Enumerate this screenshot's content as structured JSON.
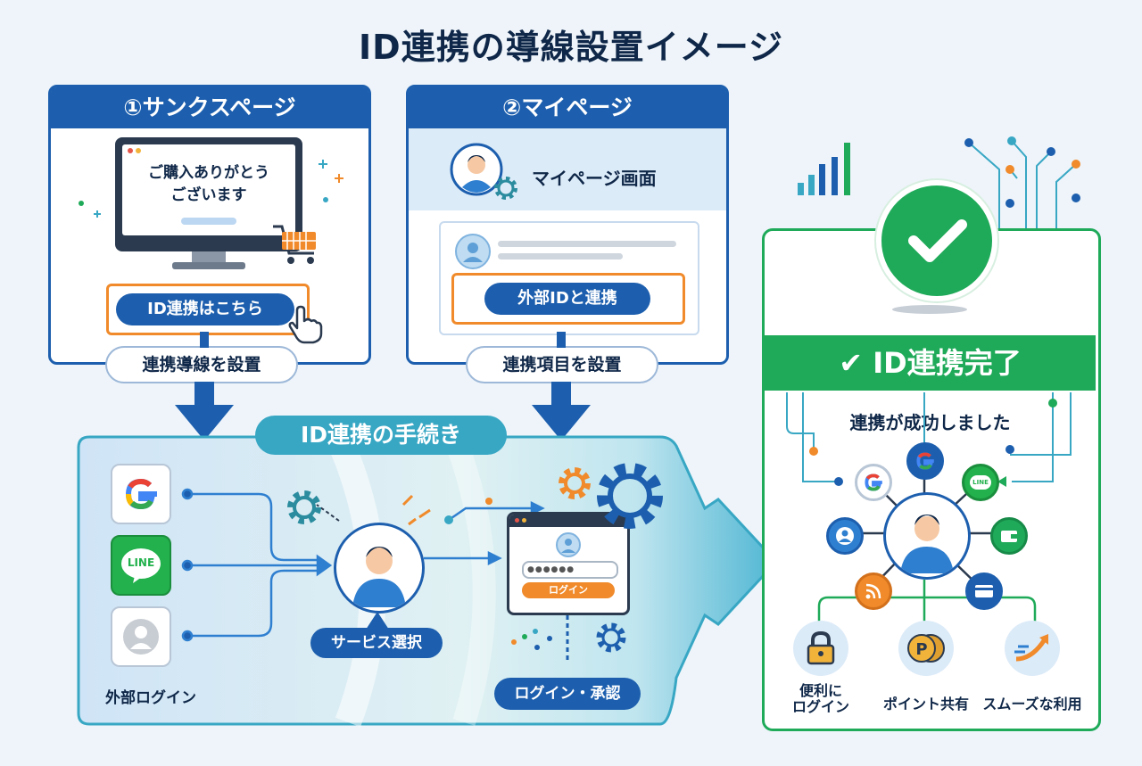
{
  "title": "ID連携の導線設置イメージ",
  "panel1": {
    "heading": "①サンクスページ",
    "screen_text_line1": "ご購入ありがとう",
    "screen_text_line2": "ございます",
    "button": "ID連携はこちら",
    "tag": "連携導線を設置"
  },
  "panel2": {
    "heading": "②マイページ",
    "screen_label": "マイページ画面",
    "button": "外部IDと連携",
    "tag": "連携項目を設置"
  },
  "process": {
    "heading": "ID連携の手続き",
    "providers_caption": "外部ログイン",
    "provider_line_label": "LINE",
    "select_label": "サービス選択",
    "login_button": "ログイン",
    "password_mask": "●●●●●●",
    "login_label": "ログイン・承認"
  },
  "complete": {
    "banner": "ID連携完了",
    "success": "連携が成功しました",
    "hub_line_label": "LINE",
    "benefits": [
      {
        "icon": "lock-icon",
        "label_line1": "便利に",
        "label_line2": "ログイン"
      },
      {
        "icon": "point-coin-icon",
        "label_line1": "ポイント共有",
        "label_line2": ""
      },
      {
        "icon": "smooth-arrow-icon",
        "label_line1": "スムーズな利用",
        "label_line2": ""
      }
    ]
  },
  "colors": {
    "primary": "#1d5fae",
    "accent_orange": "#f08a2a",
    "success_green": "#1faa59",
    "teal": "#38a7c4"
  }
}
